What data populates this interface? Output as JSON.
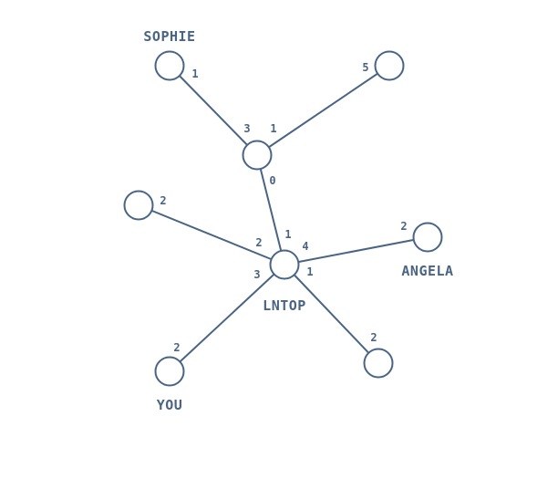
{
  "graph": {
    "colors": {
      "stroke": "#4a6483",
      "node_fill": "#ffffff",
      "background": "#ffffff"
    },
    "node_labels": {
      "sophie": "SOPHIE",
      "angela": "ANGELA",
      "lntop": "LNTOP",
      "you": "YOU"
    },
    "edges": [
      {
        "id": "sophie-hub2",
        "from_label": "1",
        "to_label": "3"
      },
      {
        "id": "right5-hub2",
        "from_label": "5",
        "to_label": "1"
      },
      {
        "id": "hub2-lntop",
        "from_label": "0",
        "to_label": "1"
      },
      {
        "id": "left2-lntop",
        "from_label": "2",
        "to_label": "2"
      },
      {
        "id": "angela-lntop",
        "from_label": "2",
        "to_label": "4"
      },
      {
        "id": "you-lntop",
        "from_label": "2",
        "to_label": "3"
      },
      {
        "id": "bottom2-lntop",
        "from_label": "2",
        "to_label": "1"
      }
    ]
  }
}
